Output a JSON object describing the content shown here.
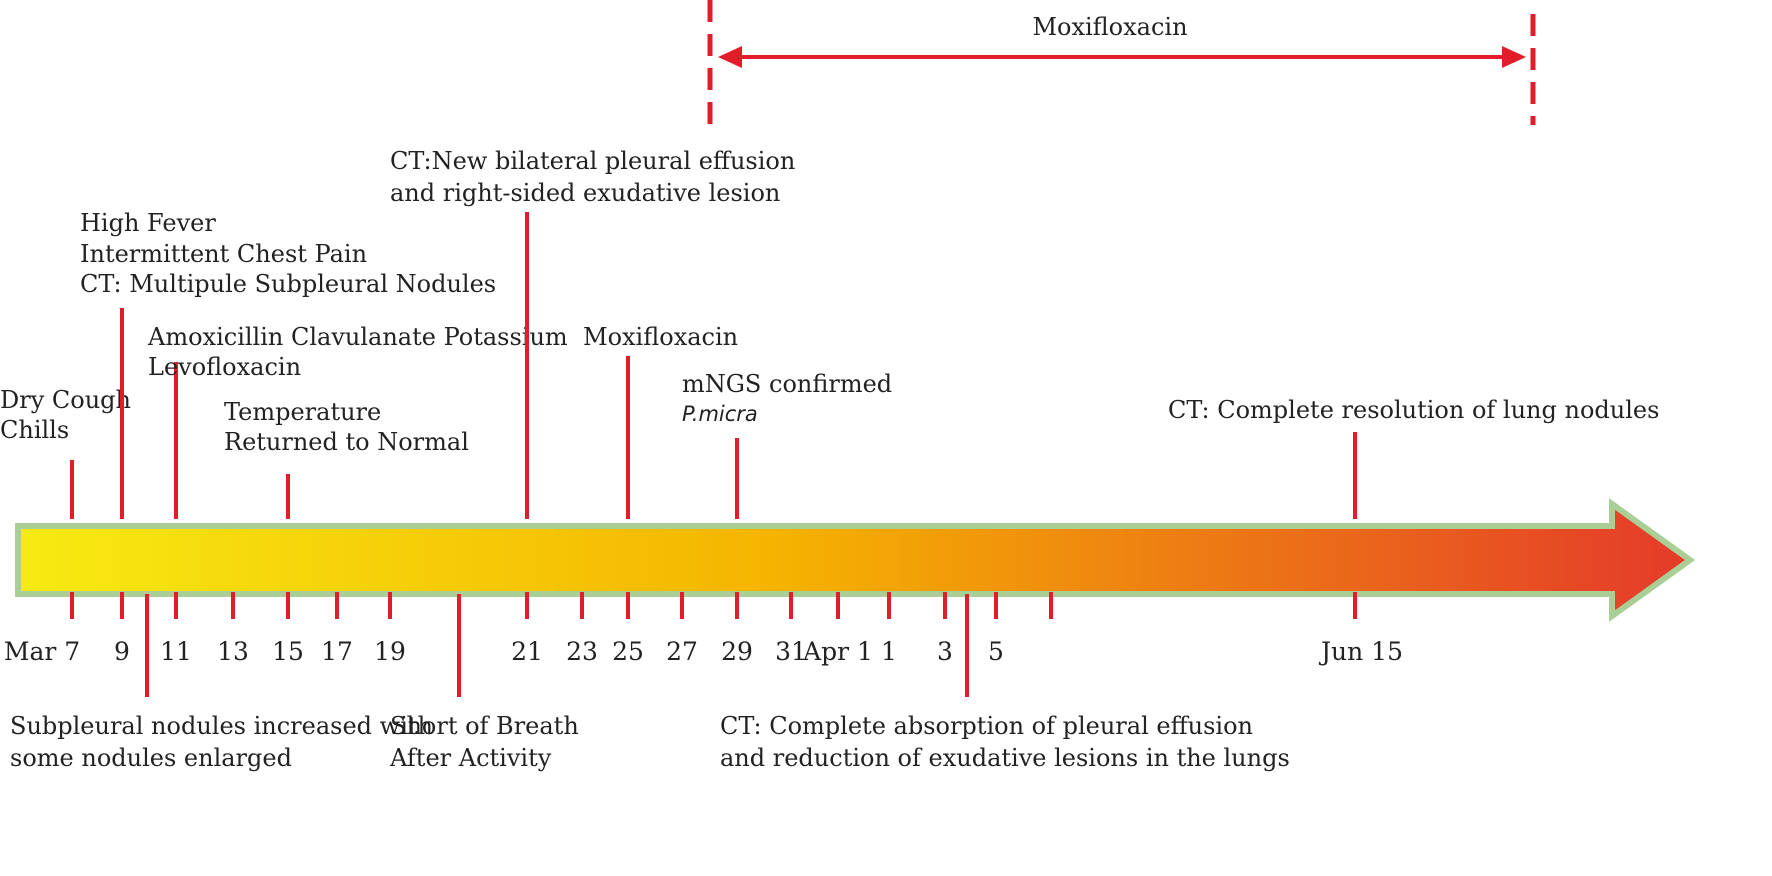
{
  "colors": {
    "marker": "#e11d2a",
    "arrow_start": "#f7ea12",
    "arrow_mid": "#f5b400",
    "arrow_end": "#e43a2a",
    "arrow_border": "#a9cf96"
  },
  "treatment_range": {
    "label": "Moxifloxacin",
    "start": "25",
    "end": "Jun 15"
  },
  "axis_labels": [
    {
      "key": "mar7",
      "text": "Mar 7"
    },
    {
      "key": "d9",
      "text": "9"
    },
    {
      "key": "d11",
      "text": "11"
    },
    {
      "key": "d13",
      "text": "13"
    },
    {
      "key": "d15",
      "text": "15"
    },
    {
      "key": "d17",
      "text": "17"
    },
    {
      "key": "d19",
      "text": "19"
    },
    {
      "key": "d21",
      "text": "21"
    },
    {
      "key": "d23",
      "text": "23"
    },
    {
      "key": "d25",
      "text": "25"
    },
    {
      "key": "d27",
      "text": "27"
    },
    {
      "key": "d29",
      "text": "29"
    },
    {
      "key": "d31",
      "text": "31"
    },
    {
      "key": "apr1a",
      "text": "Apr 1"
    },
    {
      "key": "apr1b",
      "text": "1"
    },
    {
      "key": "apr3",
      "text": "3"
    },
    {
      "key": "apr5",
      "text": "5"
    },
    {
      "key": "jun15",
      "text": "Jun 15"
    }
  ],
  "events_above": [
    {
      "key": "e1",
      "at": "mar7",
      "lines": [
        "Dry Cough",
        "Chills"
      ]
    },
    {
      "key": "e2",
      "at": "d9",
      "lines": [
        "High Fever",
        "Intermittent Chest Pain",
        "CT: Multipule Subpleural Nodules"
      ]
    },
    {
      "key": "e3",
      "at": "d11",
      "lines": [
        "Amoxicillin Clavulanate Potassium",
        "Levofloxacin"
      ]
    },
    {
      "key": "e4",
      "at": "d15",
      "lines": [
        "Temperature",
        "Returned to Normal"
      ]
    },
    {
      "key": "e5",
      "at": "d21",
      "lines": [
        "CT:New bilateral pleural effusion",
        "and right-sided exudative lesion"
      ]
    },
    {
      "key": "e6",
      "at": "d25",
      "lines": [
        "Moxifloxacin"
      ]
    },
    {
      "key": "e7",
      "at": "d29",
      "lines": [
        "mNGS confirmed"
      ],
      "italic_line": "P.micra"
    },
    {
      "key": "e8",
      "at": "jun15",
      "lines": [
        "CT: Complete resolution of lung nodules"
      ]
    }
  ],
  "events_below": [
    {
      "key": "b1",
      "lines": [
        "Subpleural nodules increased with",
        "some nodules enlarged"
      ]
    },
    {
      "key": "b2",
      "lines": [
        "Short of Breath",
        "After Activity"
      ]
    },
    {
      "key": "b3",
      "lines": [
        "CT: Complete absorption of pleural effusion",
        " and reduction of exudative lesions in the lungs"
      ]
    }
  ]
}
